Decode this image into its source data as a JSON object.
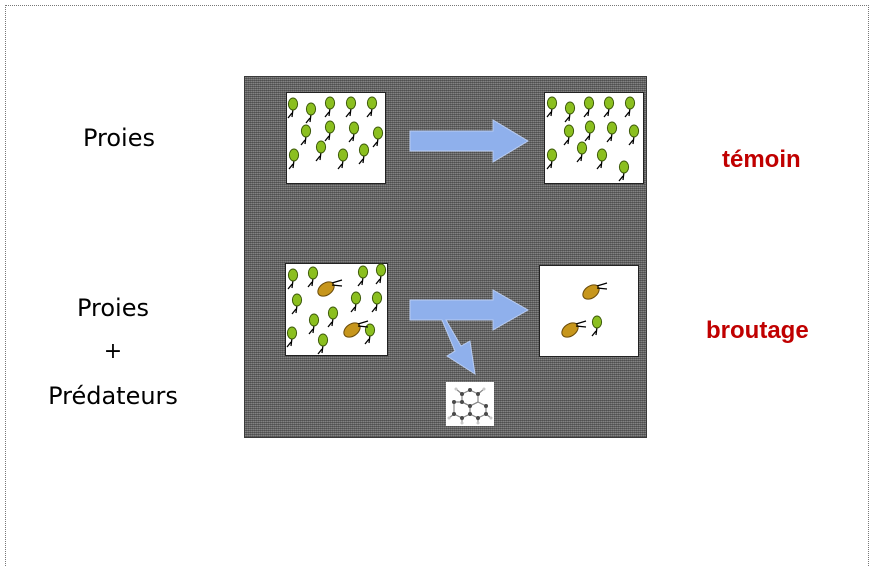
{
  "labels": {
    "proies": "Proies",
    "proies_predateurs_line1": "Proies",
    "proies_predateurs_line2": "+",
    "proies_predateurs_line3": "Prédateurs",
    "temoin": "témoin",
    "broutage": "broutage"
  },
  "colors": {
    "label_red": "#c00000",
    "prey_green": "#8bbf1f",
    "predator_orange": "#c7961c",
    "arrow_blue": "#8fb0ec",
    "panel_gray": "#6e6e6e"
  },
  "icons": {
    "prey": "green-cell-icon",
    "predator": "ciliate-predator-icon",
    "molecule": "molecule-icon"
  }
}
